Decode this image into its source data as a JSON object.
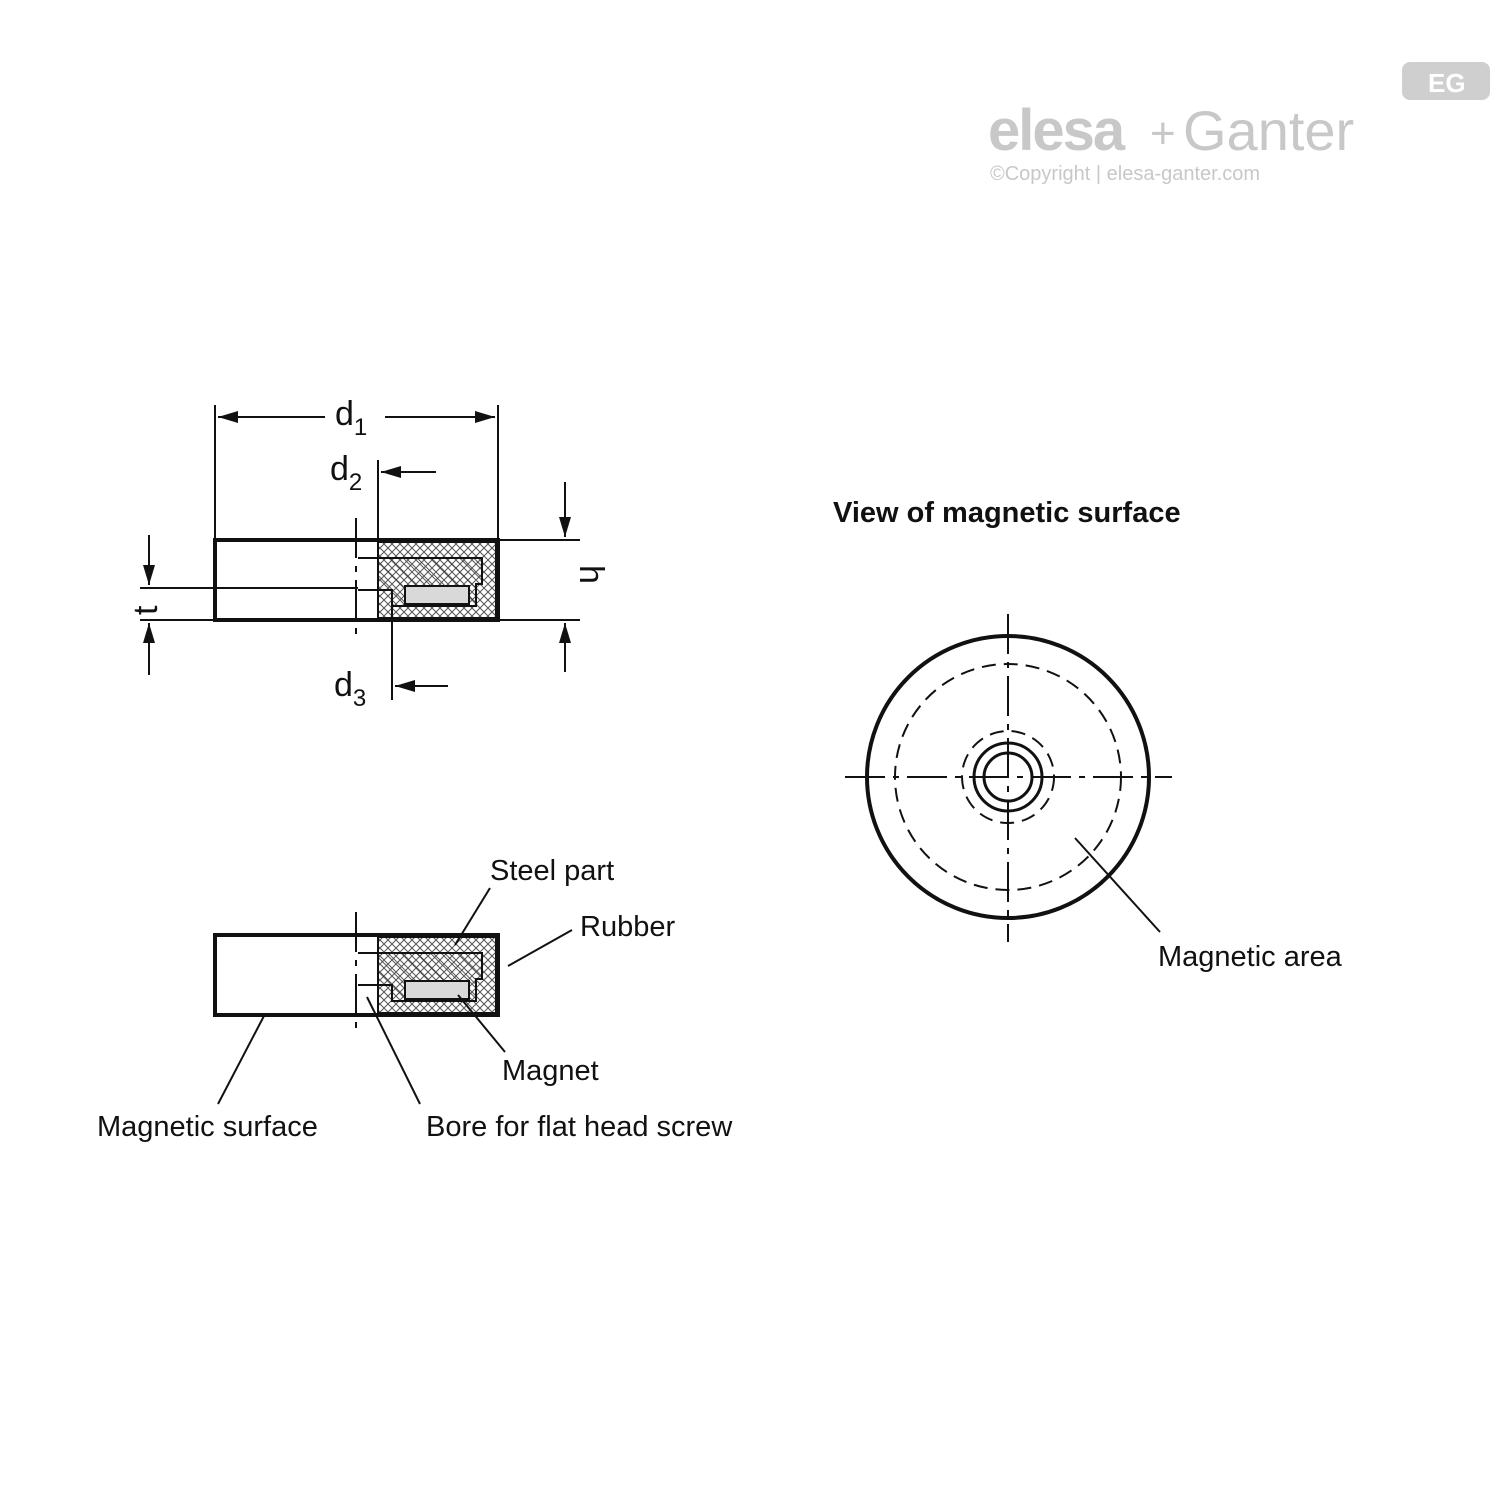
{
  "brand": {
    "name_part1": "elesa",
    "plus": "+",
    "name_part2": "Ganter",
    "copyright": "©Copyright | elesa-ganter.com",
    "badge_text": "EG",
    "logo_color": "#c8c8c8"
  },
  "dimensions": {
    "d1": {
      "base": "d",
      "sub": "1"
    },
    "d2": {
      "base": "d",
      "sub": "2"
    },
    "d3": {
      "base": "d",
      "sub": "3"
    },
    "h": "h",
    "t": "t"
  },
  "callouts": {
    "steel_part": "Steel part",
    "rubber": "Rubber",
    "magnet": "Magnet",
    "magnetic_surface": "Magnetic surface",
    "bore": "Bore for flat head screw",
    "magnetic_area": "Magnetic area"
  },
  "view_title": "View of magnetic surface",
  "colors": {
    "line": "#111111",
    "magnet_fill": "#d9d9d9"
  }
}
